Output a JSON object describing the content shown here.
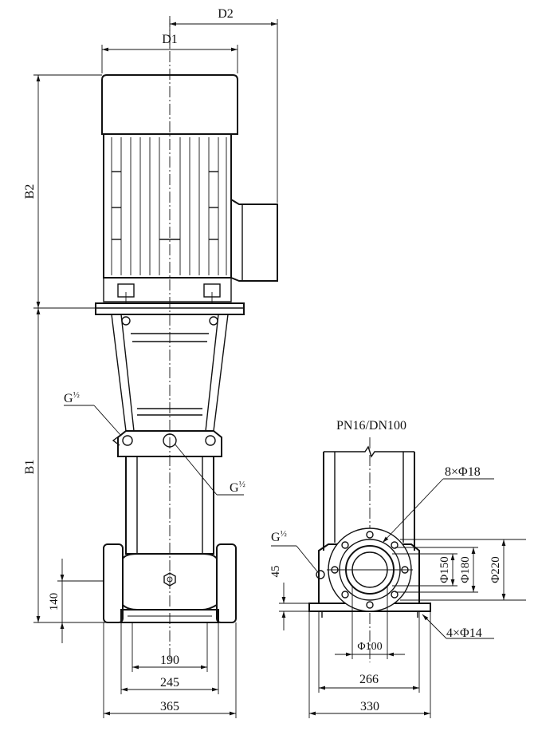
{
  "labels": {
    "d1": "D1",
    "d2": "D2",
    "b1": "B1",
    "b2": "B2",
    "g_half_upper": "G",
    "g_half_right": "G",
    "g_half_side": "G",
    "frac": "½",
    "flange_spec": "PN16/DN100",
    "bolt_holes": "8×Φ18",
    "base_holes": "4×Φ14",
    "dim_45": "45",
    "dim_140": "140",
    "dim_190": "190",
    "dim_245": "245",
    "dim_365": "365",
    "dim_266": "266",
    "dim_330": "330",
    "phi100": "Φ100",
    "phi150": "Φ150",
    "phi180": "Φ180",
    "phi220": "Φ220"
  }
}
